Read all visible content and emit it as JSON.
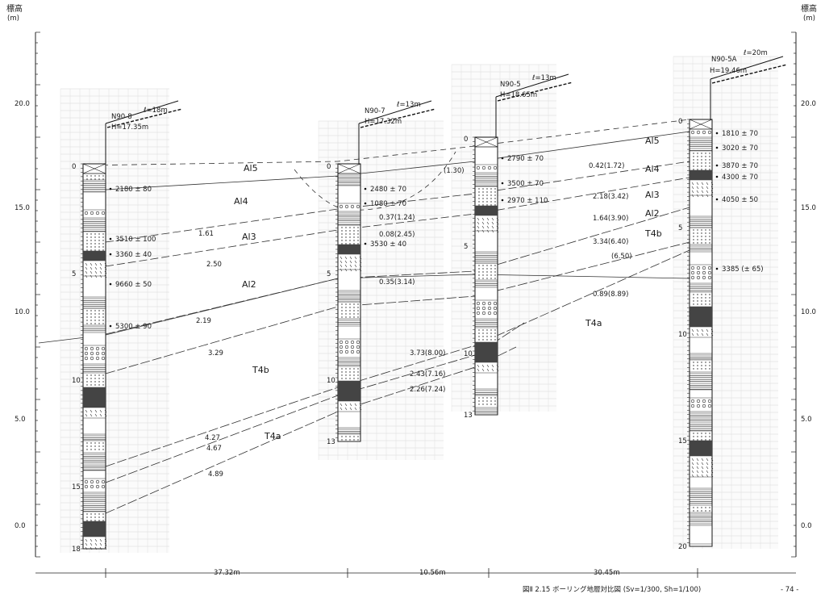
{
  "axis_left": {
    "title": "標高",
    "unit": "(m)",
    "ticks": [
      "20.0",
      "15.0",
      "10.0",
      "5.0",
      "0.0"
    ]
  },
  "axis_right": {
    "title": "標高",
    "unit": "(m)",
    "ticks": [
      "20.0",
      "15.0",
      "10.0",
      "5.0",
      "0.0"
    ]
  },
  "boreholes": [
    {
      "id": "bh-1",
      "name": "N90-8",
      "length": "ℓ=18m",
      "elev": "H=17.35m",
      "depths": [
        "0",
        "5",
        "10",
        "15",
        "18"
      ],
      "dates": [
        "2180 ± 80",
        "3510 ± 100",
        "3360 ± 40",
        "9660 ± 50",
        "5300 ± 90"
      ]
    },
    {
      "id": "bh-2",
      "name": "N90-7",
      "length": "ℓ=13m",
      "elev": "H=17.32m",
      "depths": [
        "0",
        "5",
        "10",
        "13"
      ],
      "dates": [
        "2480 ± 70",
        "1080 ± 70",
        "3530 ± 40"
      ]
    },
    {
      "id": "bh-3",
      "name": "N90-5",
      "length": "ℓ=13m",
      "elev": "H=18.65m",
      "depths": [
        "0",
        "5",
        "10",
        "13"
      ],
      "dates": [
        "2790 ± 70",
        "3500 ± 70",
        "2970 ± 110"
      ]
    },
    {
      "id": "bh-4",
      "name": "N90-5A",
      "length": "ℓ=20m",
      "elev": "H=19.46m",
      "depths": [
        "0",
        "5",
        "10",
        "15",
        "20"
      ],
      "dates": [
        "1810 ± 70",
        "3020 ± 70",
        "3870 ± 70",
        "4300 ± 70",
        "4050 ± 50",
        "3385 (± 65)"
      ]
    }
  ],
  "layers": [
    "Al5",
    "Al4",
    "Al3",
    "Al2",
    "T4b",
    "T4a"
  ],
  "layer_labels": {
    "al5": "Al5",
    "al4": "Al4",
    "al3": "Al3",
    "al2": "Al2",
    "t4b": "T4b",
    "t4a": "T4a",
    "al5_r": "Al5",
    "al4_r": "Al4",
    "al3_r": "Al3",
    "al2_r": "Al2",
    "t4b_r": "T4b",
    "t4a_r": "T4a"
  },
  "annotations": [
    "1.61",
    "2.50",
    "2.19",
    "3.29",
    "4.27",
    "4.67",
    "4.89",
    "0.37(1.24)",
    "0.08(2.45)",
    "0.35(3.14)",
    "3.73(8.00)",
    "2.43(7.16)",
    "2.26(7.24)",
    "(1.30)",
    "0.42(1.72)",
    "2.18(3.42)",
    "1.64(3.90)",
    "3.34(6.40)",
    "(6.50)",
    "0.89(8.89)"
  ],
  "distances": [
    "37.32m",
    "10.56m",
    "30.45m"
  ],
  "caption": "図Ⅱ 2.15 ボーリング地層対比図 (Sv=1/300, Sh=1/100)",
  "page_number": "- 74 -"
}
